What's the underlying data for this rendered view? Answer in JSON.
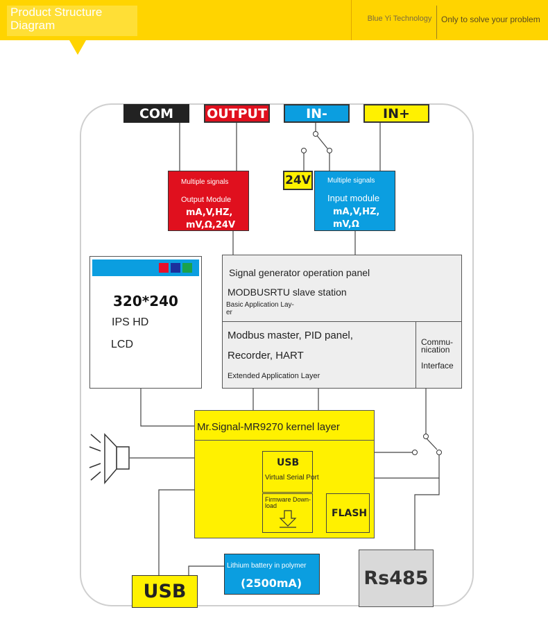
{
  "header": {
    "title_line1": "Product Structure",
    "title_line2": "Diagram",
    "company": "Blue Yi Technology",
    "slogan": "Only to solve your problem"
  },
  "terminals": {
    "com": "COM",
    "output": "OUTPUT",
    "in_minus": "IN-",
    "in_plus": "IN+",
    "v24": "24V"
  },
  "output_module": {
    "line1": "Multiple signals",
    "line2": "Output Module",
    "line3": "mA,V,HZ,",
    "line4": "mV,Ω,24V"
  },
  "input_module": {
    "line1": "Multiple signals",
    "line2": "Input module",
    "line3": "mA,V,HZ,",
    "line4": "mV,Ω"
  },
  "lcd": {
    "resolution": "320*240",
    "type": "IPS HD",
    "kind": "LCD",
    "colors": [
      "#e8102a",
      "#1c2f9c",
      "#1aa24a"
    ]
  },
  "basic_panel": {
    "line1": "Signal generator operation panel",
    "line2": "MODBUSRTU slave station",
    "line3": "Basic Application Lay-",
    "line4": "er"
  },
  "extended_panel": {
    "line1": "Modbus master, PID panel,",
    "line2": "Recorder, HART",
    "line3": "Extended Application Layer"
  },
  "comm_interface": {
    "line1": "Commu-",
    "line2": "nication",
    "line3": "Interface"
  },
  "kernel": {
    "title": "Mr.Signal-MR9270 kernel layer",
    "usb_label": "USB",
    "usb_sub": "Virtual Serial Port",
    "firmware_line1": "Firmware Down-",
    "firmware_line2": "load",
    "flash": "FLASH"
  },
  "battery": {
    "line1": "Lithium battery in polymer",
    "line2": "(2500mA)"
  },
  "usb_port": "USB",
  "rs485": "Rs485",
  "colors": {
    "header_yellow": "#ffd400",
    "red": "#e0101e",
    "blue": "#0b9ee0",
    "yellow": "#fff100",
    "black": "#222222",
    "gray": "#d9d9d9"
  }
}
